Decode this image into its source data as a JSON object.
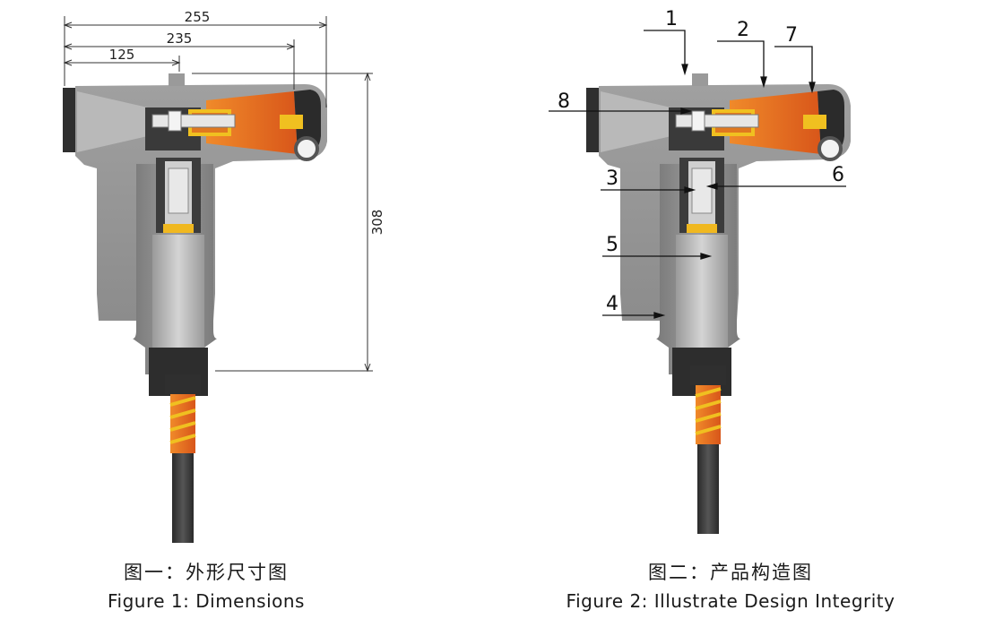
{
  "figure1": {
    "dimensions": {
      "d255": "255",
      "d235": "235",
      "d125": "125",
      "d308": "308"
    },
    "caption_cn": "图一：外形尺寸图",
    "caption_en": "Figure 1: Dimensions"
  },
  "figure2": {
    "callouts": {
      "c1": "1",
      "c2": "2",
      "c3": "3",
      "c4": "4",
      "c5": "5",
      "c6": "6",
      "c7": "7",
      "c8": "8"
    },
    "caption_cn": "图二：产品构造图",
    "caption_en": "Figure 2: Illustrate Design Integrity"
  },
  "colors": {
    "body_gray": "#8a8a8a",
    "inner_gray": "#bdbdbd",
    "dark": "#2e2e2e",
    "orange": "#e8641c",
    "yellow": "#f2b51a"
  }
}
